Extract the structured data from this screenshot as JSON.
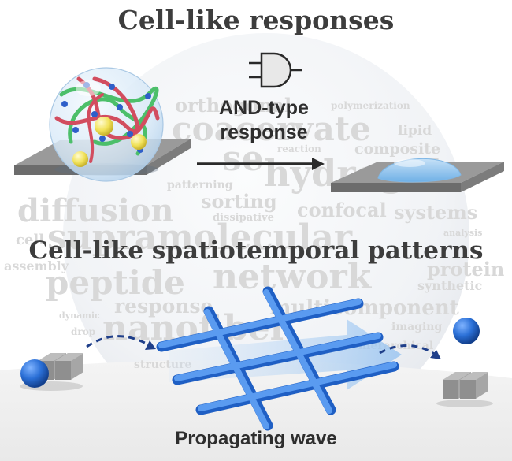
{
  "titles": {
    "top": "Cell-like responses",
    "middle": "Cell-like spatiotemporal patterns"
  },
  "labels": {
    "and_line1": "AND-type",
    "and_line2": "response",
    "wave": "Propagating wave"
  },
  "word_cloud": [
    "orthogonal",
    "polymerization",
    "coacervate",
    "lipid",
    "reaction",
    "composite",
    "hydrogel",
    "patterning",
    "sorting",
    "dissipative",
    "diffusion",
    "confocal",
    "systems",
    "analysis",
    "cell",
    "supramolecular",
    "assembly",
    "network",
    "protein",
    "peptide",
    "synthetic",
    "response",
    "multicomponent",
    "dynamic",
    "nanofiber",
    "imaging",
    "drop",
    "hierarchical",
    "structure",
    "se"
  ],
  "icons": [
    "and-gate-icon"
  ],
  "colors": {
    "title_text": "#3d3d3d",
    "fiber_blue": "#3a7fd5",
    "coacervate_sphere": "#cfe3f4",
    "fiber_green": "#4cbf6a",
    "fiber_red": "#d24d5f",
    "blob": "#8fc3ee",
    "substrate": "#8c8c8c",
    "ball": "#1f5fc4",
    "cube": "#9a9a9a"
  }
}
